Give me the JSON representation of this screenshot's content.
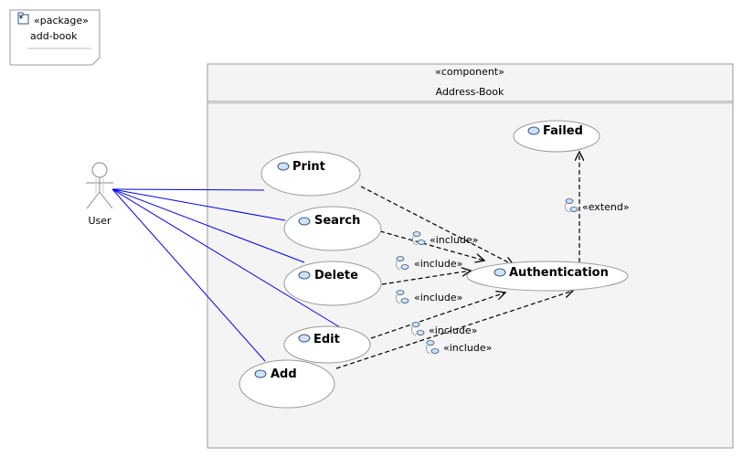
{
  "package": {
    "stereotype": "«package»",
    "name": "add-book"
  },
  "component": {
    "stereotype": "«component»",
    "name": "Address-Book"
  },
  "actor": {
    "name": "User"
  },
  "use_cases": {
    "print": "Print",
    "search": "Search",
    "delete": "Delete",
    "edit": "Edit",
    "add": "Add",
    "authentication": "Authentication",
    "failed": "Failed"
  },
  "relations": {
    "include_search": "«include»",
    "include_delete": "«include»",
    "include_delete2": "«include»",
    "include_edit": "«include»",
    "include_add": "«include»",
    "extend_failed": "«extend»"
  },
  "colors": {
    "association": "#0000ee",
    "usecase_fill": "#ffffff",
    "component_fill": "#f4f4f4",
    "border": "#9a9a9a",
    "icon_fill": "#cfe3f7",
    "icon_stroke": "#33557a"
  }
}
